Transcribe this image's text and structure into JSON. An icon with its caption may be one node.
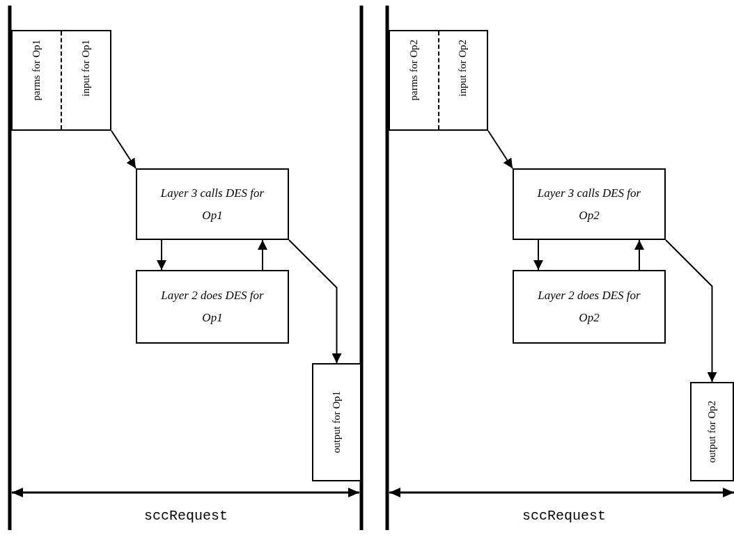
{
  "diagram": {
    "nodes": [
      {
        "text": [
          "parms for Op1",
          "input for Op1"
        ]
      },
      {
        "text": [
          "Layer 3 calls DES for Op1"
        ]
      },
      {
        "text": [
          "Layer 2 does DES for Op1"
        ]
      },
      {
        "text": [
          "output for Op1"
        ]
      },
      {
        "text": [
          "parms for Op2",
          "input for Op2"
        ]
      },
      {
        "text": [
          "Layer 3 calls DES for Op2"
        ]
      },
      {
        "text": [
          "Layer 2 does DES for Op2"
        ]
      },
      {
        "text": [
          "output for Op2"
        ]
      }
    ],
    "edges": [
      {
        "from": 0,
        "to": 1,
        "arrow": "to"
      },
      {
        "from": 1,
        "to": 2,
        "arrow": "to"
      },
      {
        "from": 2,
        "to": 1,
        "arrow": "to"
      },
      {
        "from": 1,
        "to": 3,
        "arrow": "to"
      },
      {
        "from": 4,
        "to": 5,
        "arrow": "to"
      },
      {
        "from": 5,
        "to": 6,
        "arrow": "to"
      },
      {
        "from": 6,
        "to": 5,
        "arrow": "to"
      },
      {
        "from": 5,
        "to": 7,
        "arrow": "to"
      }
    ],
    "labels": [
      "sccRequest",
      "sccRequest"
    ]
  }
}
